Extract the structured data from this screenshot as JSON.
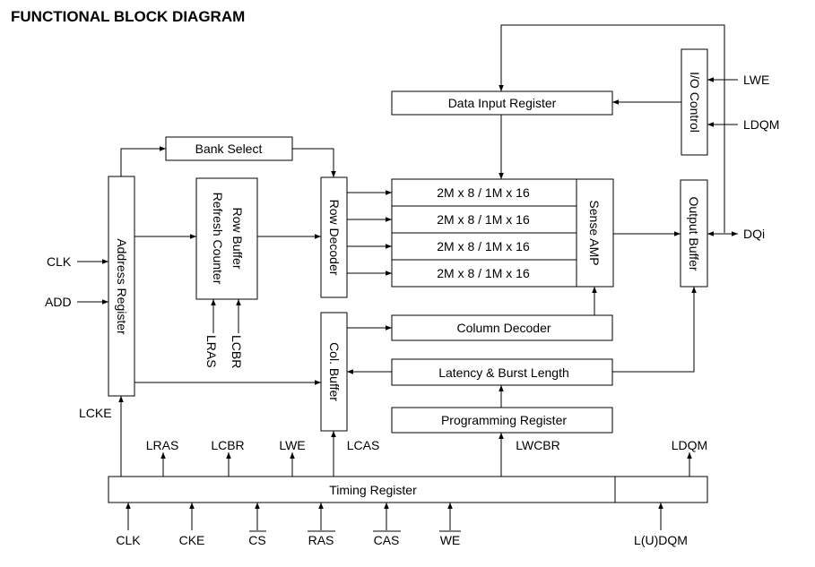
{
  "title": "FUNCTIONAL BLOCK DIAGRAM",
  "blocks": {
    "data_input_register": "Data Input Register",
    "io_control": "I/O Control",
    "bank_select": "Bank Select",
    "row_buffer": "Row Buffer",
    "refresh_counter": "Refresh Counter",
    "row_decoder": "Row Decoder",
    "address_register": "Address Register",
    "memory_banks": [
      "2M x 8 / 1M x 16",
      "2M x 8 / 1M x 16",
      "2M x 8 / 1M x 16",
      "2M x 8 / 1M x 16"
    ],
    "sense_amp": "Sense AMP",
    "output_buffer": "Output Buffer",
    "column_decoder": "Column Decoder",
    "col_buffer": "Col. Buffer",
    "latency_burst_length": "Latency & Burst Length",
    "programming_register": "Programming Register",
    "timing_register": "Timing Register"
  },
  "signals": {
    "lwe_in": "LWE",
    "ldqm_in": "LDQM",
    "dqi": "DQi",
    "clk_in": "CLK",
    "add_in": "ADD",
    "lras": "LRAS",
    "lcbr": "LCBR",
    "lcke": "LCKE",
    "lras_out": "LRAS",
    "lcbr_out": "LCBR",
    "lwe_out": "LWE",
    "lcas_out": "LCAS",
    "lwcbr_out": "LWCBR",
    "ldqm_out": "LDQM",
    "bottom_inputs": [
      "CLK",
      "CKE",
      "CS",
      "RAS",
      "CAS",
      "WE",
      "L(U)DQM"
    ]
  }
}
